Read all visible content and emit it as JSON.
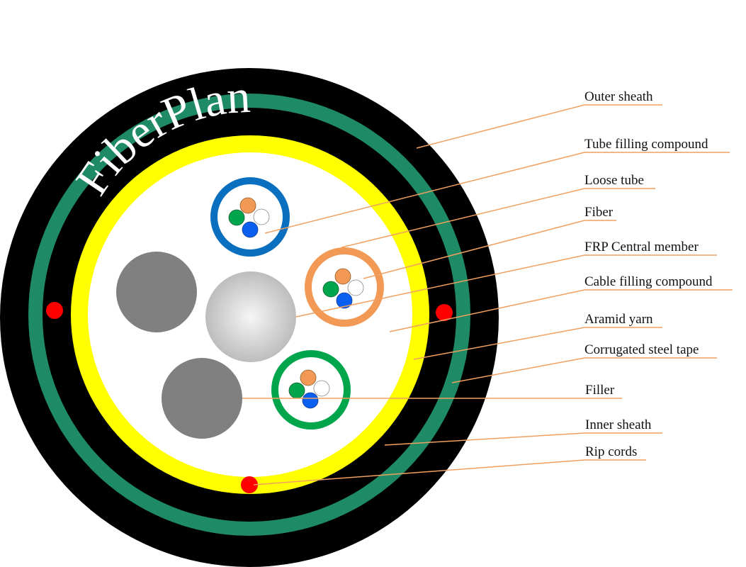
{
  "diagram": {
    "title": "Fiber optic cable cross-section",
    "brand": "FiberPlan",
    "colors": {
      "outer_sheath": "#000000",
      "corrugated_steel_tape": "#1e8a66",
      "inner_sheath": "#000000",
      "aramid_yarn": "#ffff00",
      "cable_filling_compound": "#ffffff",
      "rip_cord": "#ff0000",
      "filler": "#808080",
      "frp_center": "#f6f6f6",
      "frp_edge": "#bdbdbd",
      "tube_blue": "#0b6fc0",
      "tube_orange": "#f29a55",
      "tube_green": "#00a54c",
      "fiber_orange": "#f29a55",
      "fiber_green": "#00a54c",
      "fiber_blue": "#0a5ff0",
      "fiber_white": "#ffffff",
      "leader_line": "#f0a060"
    },
    "labels": [
      "Outer sheath",
      "Tube filling compound",
      "Loose tube",
      "Fiber",
      "FRP Central member",
      "Cable filling compound",
      "Aramid yarn",
      "Corrugated steel tape",
      "Filler",
      "Inner sheath",
      "Rip cords"
    ],
    "loose_tubes": [
      {
        "name": "blue",
        "fibers": [
          "orange",
          "green",
          "white",
          "blue"
        ]
      },
      {
        "name": "orange",
        "fibers": [
          "orange",
          "green",
          "white",
          "blue"
        ]
      },
      {
        "name": "green",
        "fibers": [
          "orange",
          "green",
          "white",
          "blue"
        ]
      }
    ],
    "rip_cord_count": 3,
    "filler_count": 2
  }
}
